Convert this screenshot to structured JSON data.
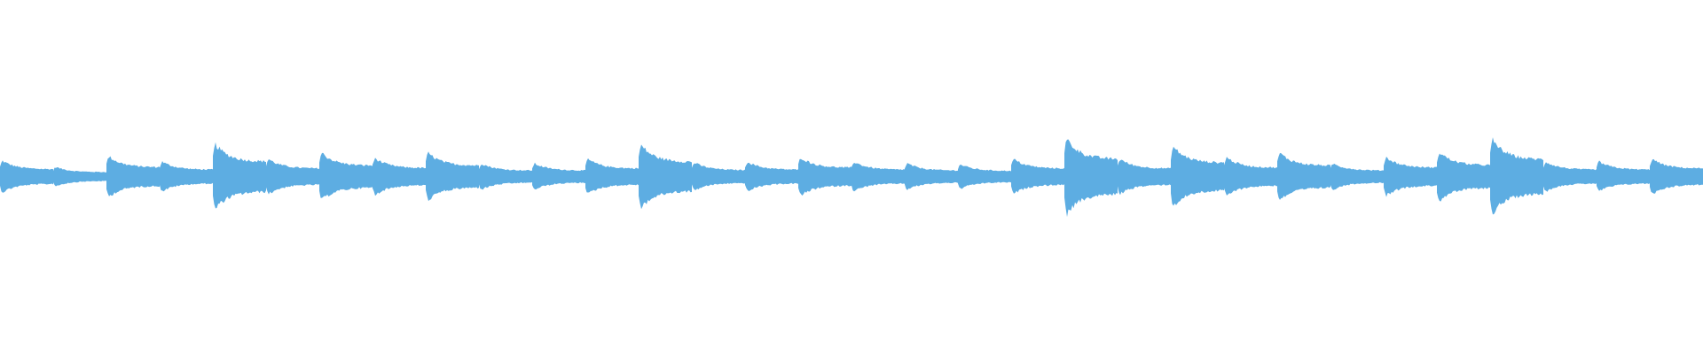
{
  "chart_data": {
    "type": "area",
    "title": "",
    "xlabel": "",
    "ylabel": "",
    "ylim": [
      -1,
      1
    ],
    "grid": false,
    "legend": "none",
    "color": "#5dade2",
    "background": "#ffffff",
    "note_count": 32,
    "peak_amplitudes": [
      0.09,
      0.055,
      0.115,
      0.085,
      0.185,
      0.1,
      0.135,
      0.105,
      0.135,
      0.075,
      0.075,
      0.1,
      0.18,
      0.08,
      0.085,
      0.11,
      0.085,
      0.075,
      0.07,
      0.1,
      0.215,
      0.1,
      0.17,
      0.11,
      0.135,
      0.075,
      0.11,
      0.14,
      0.21,
      0.085,
      0.085,
      0.1
    ]
  }
}
